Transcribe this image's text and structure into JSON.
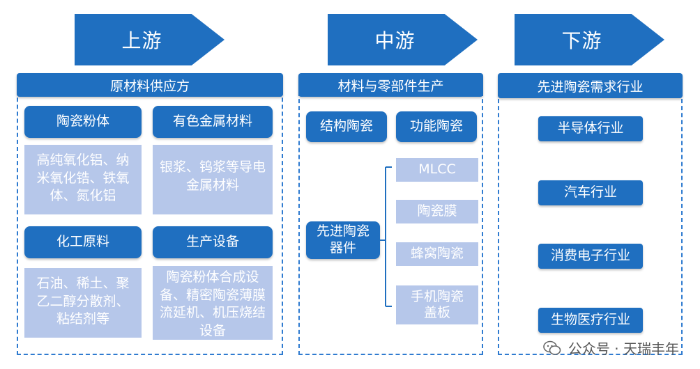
{
  "upstream": {
    "title": "上游",
    "supplier": "原材料供应方",
    "ceramic_powder": {
      "label": "陶瓷粉体",
      "detail": "高纯氧化铝、纳米氧化锆、铁氧体、氮化铝"
    },
    "nonferrous": {
      "label": "有色金属材料",
      "detail": "银浆、钨浆等导电金属材料"
    },
    "chemical": {
      "label": "化工原料",
      "detail": "石油、稀土、聚乙二醇分散剂、粘结剂等"
    },
    "equipment": {
      "label": "生产设备",
      "detail": "陶瓷粉体合成设备、精密陶瓷薄膜流延机、机压烧结设备"
    }
  },
  "midstream": {
    "title": "中游",
    "header": "材料与零部件生产",
    "structural": "结构陶瓷",
    "functional": "功能陶瓷",
    "advanced": "先进陶瓷器件",
    "products": [
      "MLCC",
      "陶瓷膜",
      "蜂窝陶瓷",
      "手机陶瓷盖板"
    ]
  },
  "downstream": {
    "title": "下游",
    "header": "先进陶瓷需求行业",
    "industries": [
      "半导体行业",
      "汽车行业",
      "消费电子行业",
      "生物医疗行业"
    ]
  },
  "watermark": {
    "text": "公众号 · 天瑞丰年",
    "icon": "wechat-icon"
  },
  "colors": {
    "primary": "#1f6fc0",
    "light": "#b6c7ea",
    "border": "#2f7bd0"
  }
}
